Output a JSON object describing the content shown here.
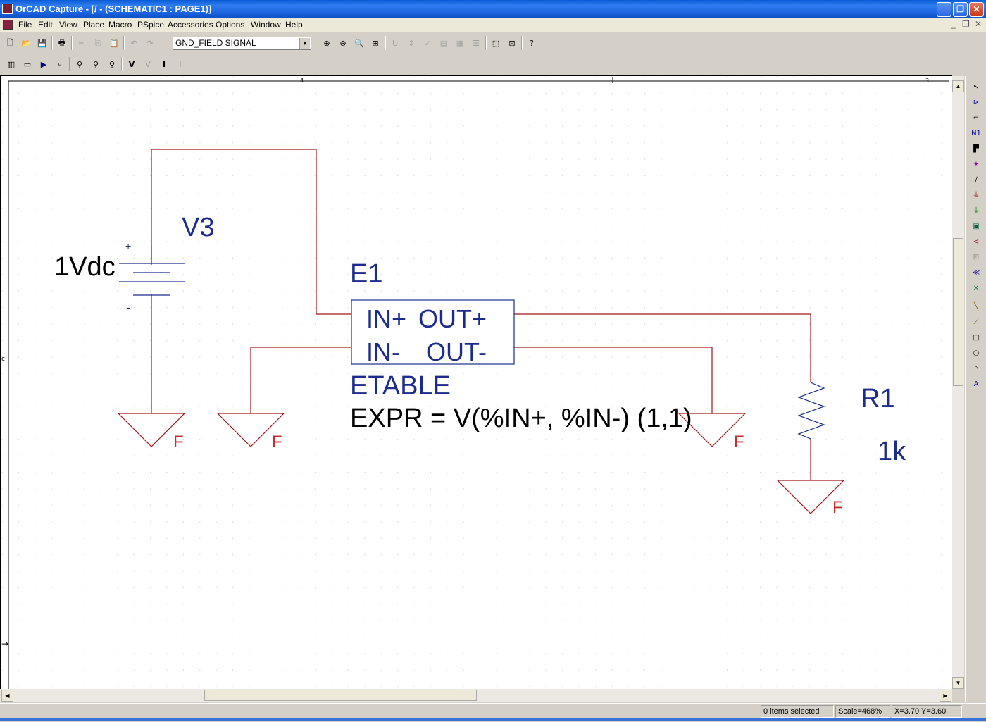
{
  "window": {
    "title": "OrCAD Capture - [/ - (SCHEMATIC1 : PAGE1)]",
    "minimize_label": "_",
    "maximize_label": "❐",
    "close_label": "✕"
  },
  "menu": {
    "items": [
      "File",
      "Edit",
      "View",
      "Place",
      "Macro",
      "PSpice",
      "Accessories",
      "Options",
      "Window",
      "Help"
    ],
    "mdi_controls": [
      "_",
      "❐",
      "✕"
    ]
  },
  "toolbar": {
    "net_select_value": "GND_FIELD SIGNAL"
  },
  "ruler": {
    "mark_left": "4",
    "mark_right": "3"
  },
  "schematic": {
    "wire_color": "#a01818",
    "label_color": "#000080",
    "source": {
      "ref": "V3",
      "value": "1Vdc",
      "plus": "+",
      "minus": "-"
    },
    "etable": {
      "ref": "E1",
      "pin_in_plus": "IN+",
      "pin_out_plus": "OUT+",
      "pin_in_minus": "IN-",
      "pin_out_minus": "OUT-",
      "type": "ETABLE",
      "expr": "EXPR = V(%IN+, %IN-) (1,1)"
    },
    "resistor": {
      "ref": "R1",
      "value": "1k"
    },
    "ground_label": "F"
  },
  "status": {
    "selection": "0 items selected",
    "scale": "Scale=468%",
    "coords": "X=3.70  Y=3.60"
  }
}
